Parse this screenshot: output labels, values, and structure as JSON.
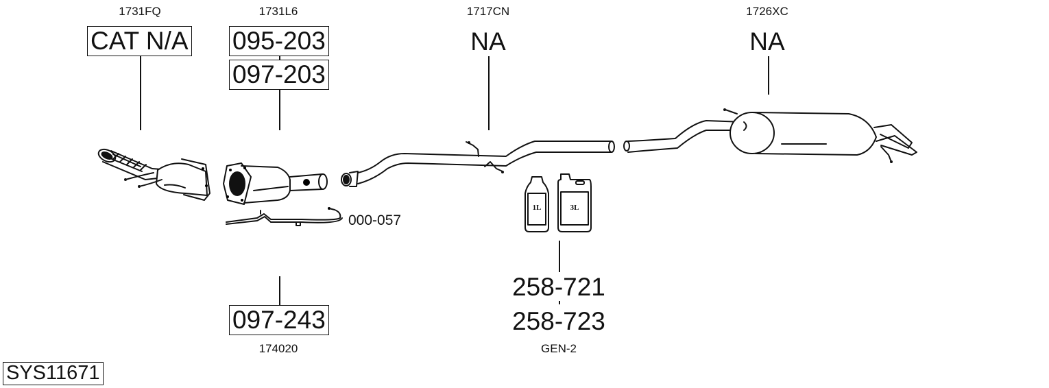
{
  "diagram": {
    "system_id": "SYS11671",
    "parts": [
      {
        "ref": "1731FQ",
        "part_numbers": [
          "CAT N/A"
        ],
        "boxed": true,
        "depicts": "catalytic-converter-flex"
      },
      {
        "ref": "1731L6",
        "part_numbers": [
          "095-203",
          "097-203"
        ],
        "boxed": true,
        "depicts": "catalytic-converter"
      },
      {
        "ref": "1717CN",
        "part_numbers": [
          "NA"
        ],
        "boxed": false,
        "depicts": "center-pipe"
      },
      {
        "ref": "1726XC",
        "part_numbers": [
          "NA"
        ],
        "boxed": false,
        "depicts": "rear-silencer"
      }
    ],
    "sensor": {
      "part_number": "000-057",
      "depicts": "lambda-sensor-lead"
    },
    "cat_kit": {
      "ref": "174020",
      "part_number": "097-243"
    },
    "additive": {
      "ref": "GEN-2",
      "part_numbers": [
        "258-721",
        "258-723"
      ],
      "containers": [
        "1L",
        "3L"
      ]
    }
  }
}
